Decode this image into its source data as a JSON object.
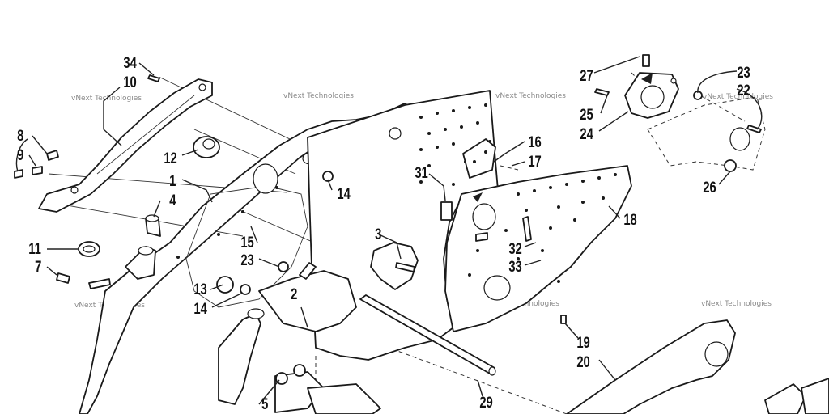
{
  "diagram": {
    "watermark": "vNext Technologies",
    "callouts": [
      "34",
      "10",
      "8",
      "9",
      "12",
      "1",
      "4",
      "11",
      "7",
      "15",
      "23",
      "13",
      "14",
      "5",
      "2",
      "3",
      "31",
      "16",
      "17",
      "14",
      "27",
      "25",
      "24",
      "23",
      "22",
      "26",
      "18",
      "32",
      "33",
      "19",
      "20",
      "29"
    ]
  }
}
